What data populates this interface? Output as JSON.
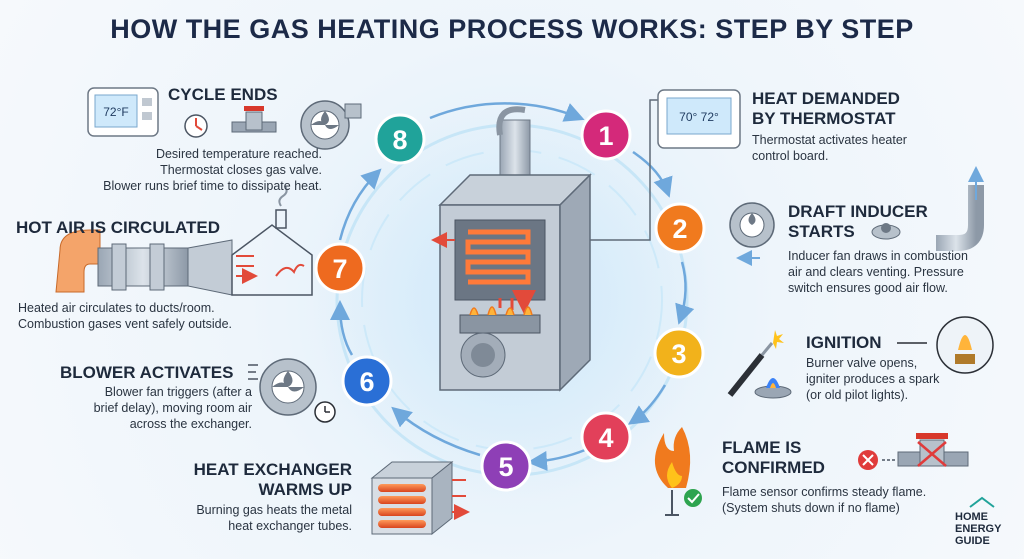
{
  "title": "HOW THE GAS HEATING PROCESS WORKS: STEP BY STEP",
  "steps": [
    {
      "number": "1",
      "heading_line1": "HEAT DEMANDED",
      "heading_line2": "BY THERMOSTAT",
      "desc_line1": "Thermostat activates heater",
      "desc_line2": "control board.",
      "color": "#d4297a"
    },
    {
      "number": "2",
      "heading_line1": "DRAFT INDUCER",
      "heading_line2": "STARTS",
      "desc_line1": "Inducer fan draws in combustion",
      "desc_line2": "air and clears venting. Pressure",
      "desc_line3": "switch ensures good air flow.",
      "color": "#f07a1e"
    },
    {
      "number": "3",
      "heading_line1": "IGNITION",
      "desc_line1": "Burner valve opens,",
      "desc_line2": "igniter produces a spark",
      "desc_line3": "(or old pilot lights).",
      "color": "#f2b21b"
    },
    {
      "number": "4",
      "heading_line1": "FLAME IS",
      "heading_line2": "CONFIRMED",
      "desc_line1": "Flame sensor confirms steady flame.",
      "desc_line2": "(System shuts down if no flame)",
      "color": "#e2405a"
    },
    {
      "number": "5",
      "heading_line1": "HEAT EXCHANGER",
      "heading_line2": "WARMS UP",
      "desc_line1": "Burning gas heats the metal",
      "desc_line2": "heat exchanger tubes.",
      "color": "#8e3fb6"
    },
    {
      "number": "6",
      "heading_line1": "BLOWER ACTIVATES",
      "desc_line1": "Blower fan triggers (after a",
      "desc_line2": "brief delay), moving room air",
      "desc_line3": "across the exchanger.",
      "color": "#2a6fd6"
    },
    {
      "number": "7",
      "heading_line1": "HOT AIR IS CIRCULATED",
      "desc_line1": "Heated air circulates to ducts/room.",
      "desc_line2": "Combustion gases vent safely outside.",
      "color": "#ee6a1f"
    },
    {
      "number": "8",
      "heading_line1": "CYCLE ENDS",
      "desc_line1": "Desired temperature reached.",
      "desc_line2": "Thermostat closes gas valve.",
      "desc_line3": "Blower runs brief time to dissipate heat.",
      "color": "#20a39a"
    }
  ],
  "thermostat_left": {
    "reading": "72°F"
  },
  "thermostat_right": {
    "reading": "70° 72°"
  },
  "brand": {
    "line1": "HOME",
    "line2": "ENERGY",
    "line3": "GUIDE"
  },
  "colors": {
    "ring": "#a9d4ee",
    "arrow": "#6fa8dc",
    "title": "#1c2a48"
  },
  "icons": [
    "thermostat-icon",
    "timer-icon",
    "gas-valve-icon",
    "blower-fan-icon",
    "inducer-fan-icon",
    "pressure-switch-icon",
    "vent-pipe-icon",
    "igniter-icon",
    "gas-burner-flame-icon",
    "pilot-light-icon",
    "flame-icon",
    "flame-sensor-icon",
    "checkmark-icon",
    "x-mark-icon",
    "heat-exchanger-icon",
    "duct-icon",
    "house-icon",
    "furnace-icon"
  ]
}
